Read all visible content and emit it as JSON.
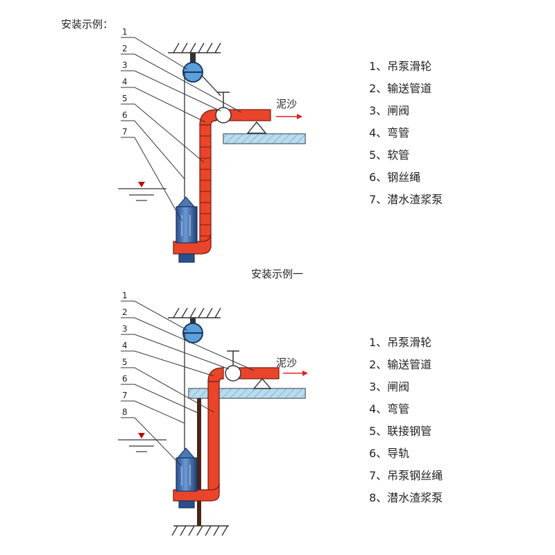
{
  "heading": "安装示例：",
  "caption_1": "安装示例一",
  "flow_label": "泥沙",
  "colors": {
    "pipe_fill": "#e8452a",
    "pipe_stroke": "#7a1a10",
    "pump_body": "#4a78b8",
    "pump_dark": "#1c3560",
    "pulley": "#5aa0dc",
    "platform": "#7fbde0",
    "rail": "#4a2418",
    "arrow": "#e02020",
    "water_mark": "#c00000"
  },
  "diagram_1": {
    "callouts": [
      "1",
      "2",
      "3",
      "4",
      "5",
      "6",
      "7"
    ],
    "legend": [
      "1、吊泵滑轮",
      "2、输送管道",
      "3、闸阀",
      "4、弯管",
      "5、软管",
      "6、钢丝绳",
      "7、潜水渣浆泵"
    ]
  },
  "diagram_2": {
    "callouts": [
      "1",
      "2",
      "3",
      "4",
      "5",
      "6",
      "7",
      "8"
    ],
    "legend": [
      "1、吊泵滑轮",
      "2、输送管道",
      "3、闸阀",
      "4、弯管",
      "5、联接钢管",
      "6、导轨",
      "7、吊泵钢丝绳",
      "8、潜水渣浆泵"
    ]
  }
}
